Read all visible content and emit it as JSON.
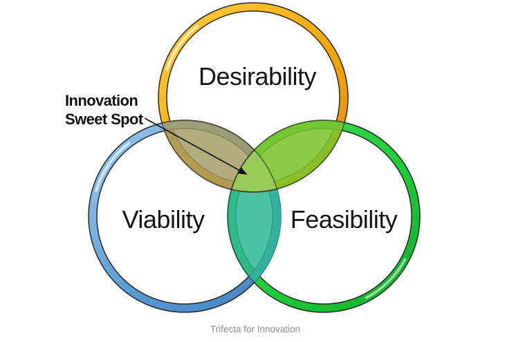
{
  "diagram": {
    "kind": "venn-3",
    "caption": "Trifecta for Innovation",
    "circles": [
      {
        "id": "desirability",
        "label": "Desirability",
        "ring_color": "#F2A50C"
      },
      {
        "id": "viability",
        "label": "Viability",
        "ring_color": "#5B9BD5"
      },
      {
        "id": "feasibility",
        "label": "Feasibility",
        "ring_color": "#1EC93C"
      }
    ],
    "annotation": {
      "line1": "Innovation",
      "line2": "Sweet Spot",
      "target": "triple-intersection"
    },
    "overlaps": {
      "desirability_viability": "#A29A60",
      "desirability_feasibility": "#7CC42F",
      "viability_feasibility": "#2DB795",
      "center": "#9FCA55"
    }
  }
}
